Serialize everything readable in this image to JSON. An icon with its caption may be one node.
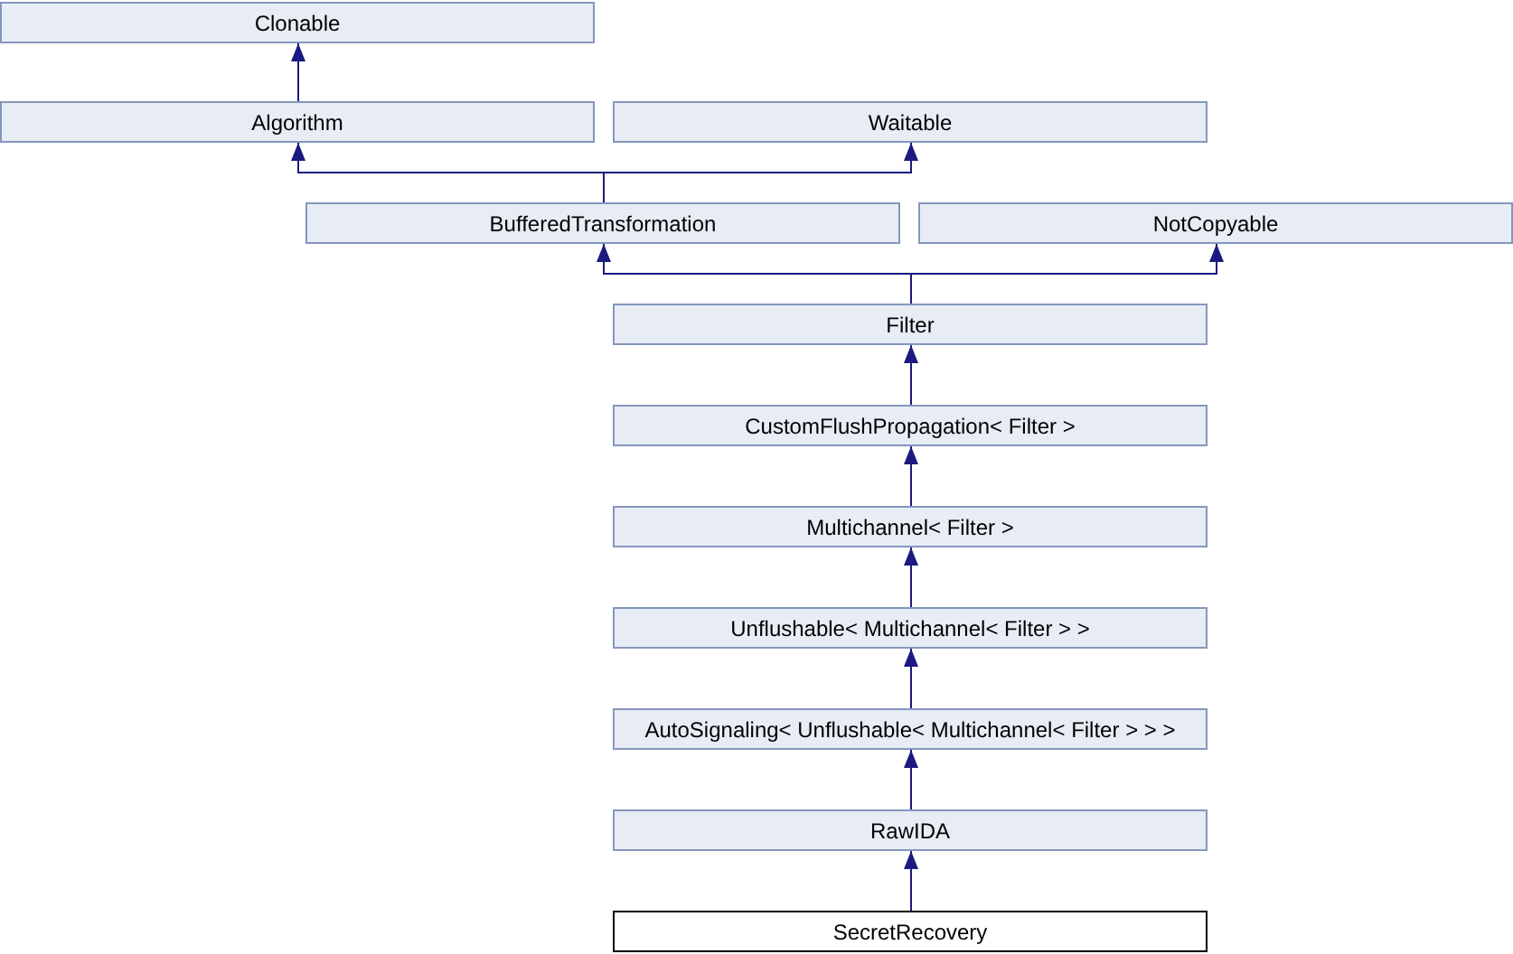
{
  "diagram": {
    "nodes": [
      {
        "text": [
          "Clonable"
        ]
      },
      {
        "text": [
          "Algorithm"
        ]
      },
      {
        "text": [
          "Waitable"
        ]
      },
      {
        "text": [
          "BufferedTransformation"
        ]
      },
      {
        "text": [
          "NotCopyable"
        ]
      },
      {
        "text": [
          "Filter"
        ]
      },
      {
        "text": [
          "CustomFlushPropagation< Filter >"
        ]
      },
      {
        "text": [
          "Multichannel< Filter >"
        ]
      },
      {
        "text": [
          "Unflushable< Multichannel< Filter > >"
        ]
      },
      {
        "text": [
          "AutoSignaling< Unflushable< Multichannel< Filter > > >"
        ]
      },
      {
        "text": [
          "RawIDA"
        ]
      },
      {
        "text": [
          "SecretRecovery"
        ]
      }
    ],
    "edges": [
      {
        "from": 1,
        "to": 0,
        "arrow": "to"
      },
      {
        "from": 3,
        "to": 1,
        "arrow": "to"
      },
      {
        "from": 3,
        "to": 2,
        "arrow": "to"
      },
      {
        "from": 5,
        "to": 3,
        "arrow": "to"
      },
      {
        "from": 5,
        "to": 4,
        "arrow": "to"
      },
      {
        "from": 6,
        "to": 5,
        "arrow": "to"
      },
      {
        "from": 7,
        "to": 6,
        "arrow": "to"
      },
      {
        "from": 8,
        "to": 7,
        "arrow": "to"
      },
      {
        "from": 9,
        "to": 8,
        "arrow": "to"
      },
      {
        "from": 10,
        "to": 9,
        "arrow": "to"
      },
      {
        "from": 11,
        "to": 10,
        "arrow": "to"
      }
    ]
  }
}
